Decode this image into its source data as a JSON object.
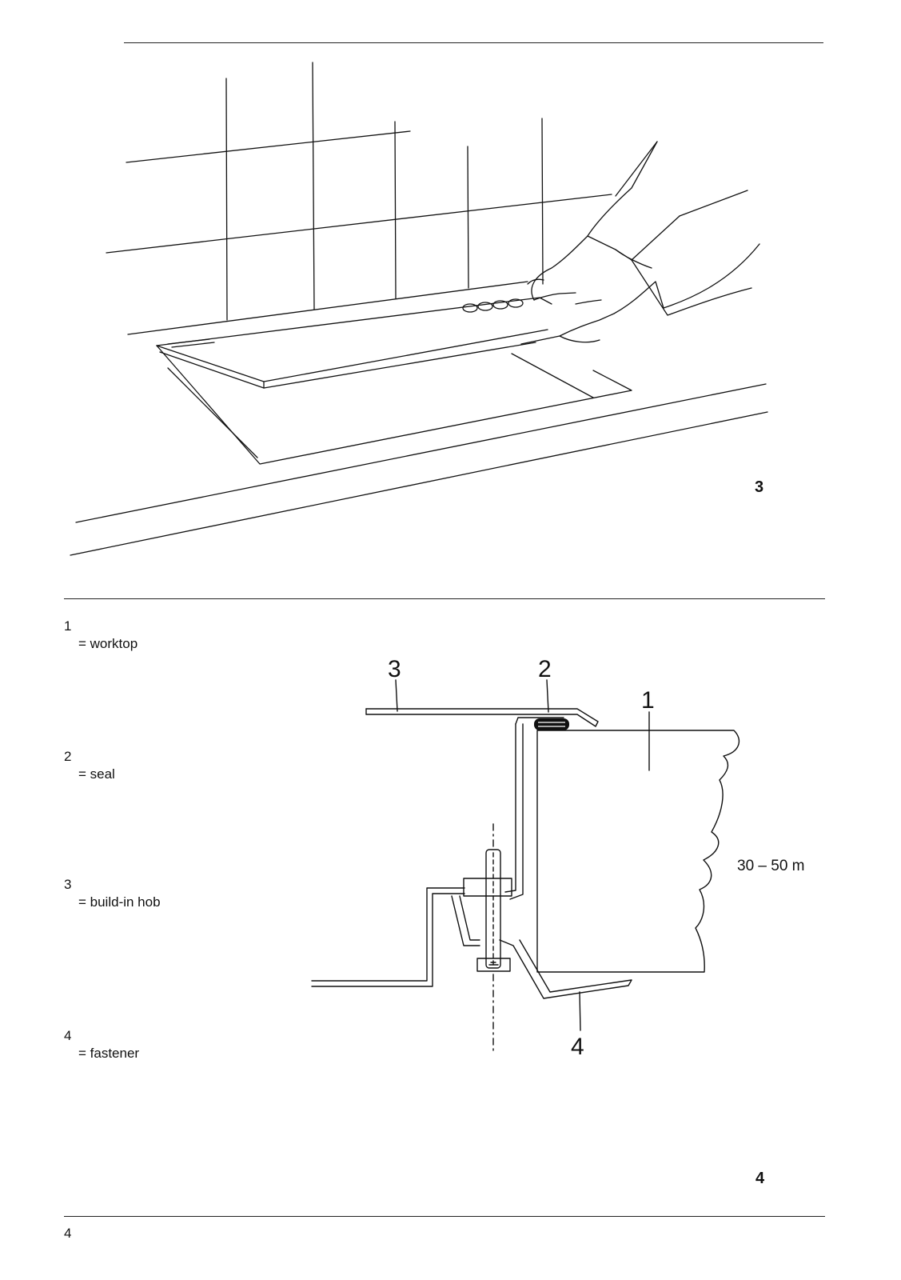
{
  "figure3": {
    "number": "3"
  },
  "figure4": {
    "number": "4",
    "callouts": [
      "3",
      "2",
      "1",
      "4"
    ],
    "dimension": "30 – 50 m"
  },
  "legend": [
    {
      "number": "1",
      "text": "= worktop"
    },
    {
      "number": "2",
      "text": "= seal"
    },
    {
      "number": "3",
      "text": "= build-in hob"
    },
    {
      "number": "4",
      "text": "= fastener"
    }
  ],
  "page_number": "4"
}
